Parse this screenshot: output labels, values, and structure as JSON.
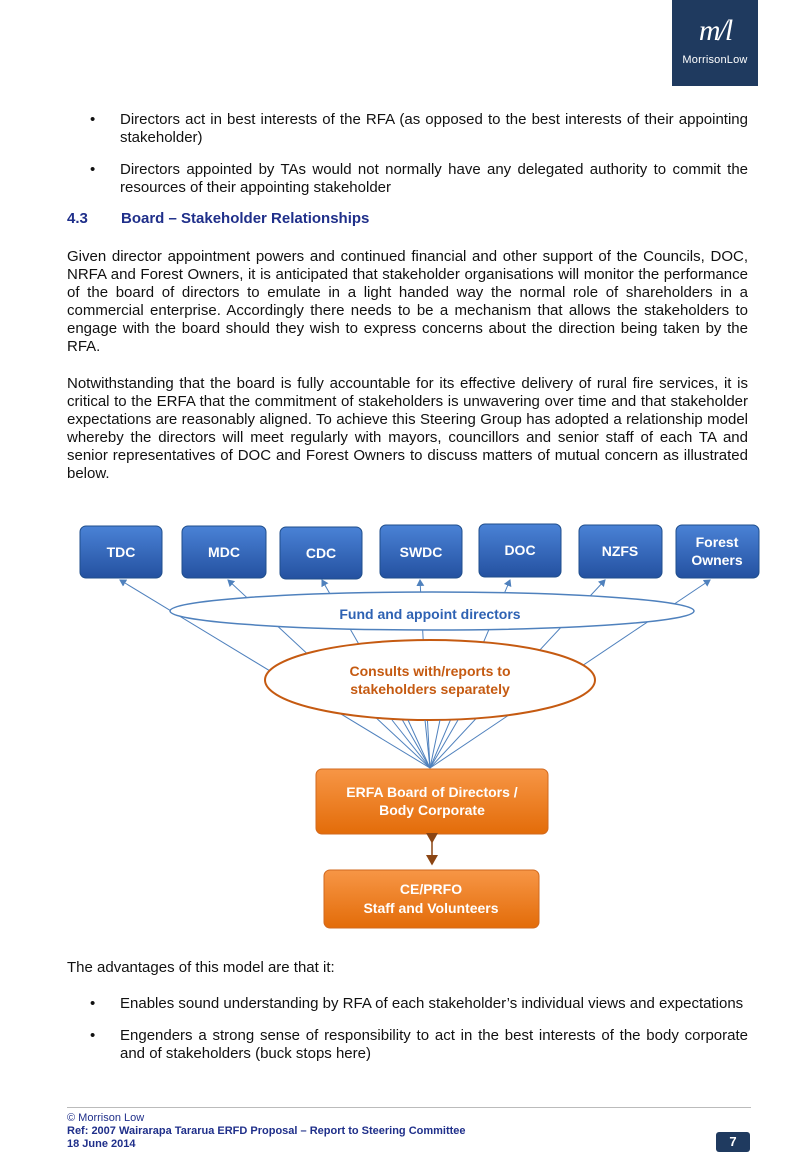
{
  "logo": {
    "mark": "m/l",
    "name": "MorrisonLow"
  },
  "top_bullets": [
    "Directors act in best interests of the RFA (as opposed to the best interests of their appointing stakeholder)",
    "Directors appointed by TAs would not normally have any delegated authority to commit the resources of their appointing stakeholder"
  ],
  "section": {
    "number": "4.3",
    "title": "Board – Stakeholder Relationships"
  },
  "paragraphs": [
    "Given director appointment powers and continued financial and other support of the Councils, DOC, NRFA and Forest Owners, it is anticipated that stakeholder organisations will monitor the performance of the board of directors to emulate in a light handed way the normal role of shareholders in a commercial enterprise.  Accordingly there needs to be a mechanism that allows the stakeholders to engage with the board should they wish to express concerns about the direction being taken by the RFA.",
    "Notwithstanding that the board is fully accountable for its effective delivery of rural fire services, it is critical to the ERFA that the commitment of stakeholders is unwavering over time and that stakeholder expectations are reasonably aligned.  To achieve this Steering Group has adopted a relationship model whereby the directors will meet regularly with mayors, councillors and senior staff of each TA and senior representatives of DOC and Forest Owners to discuss matters of mutual concern as illustrated below."
  ],
  "diagram": {
    "stakeholders": [
      {
        "line1": "TDC",
        "line2": ""
      },
      {
        "line1": "MDC",
        "line2": ""
      },
      {
        "line1": "CDC",
        "line2": ""
      },
      {
        "line1": "SWDC",
        "line2": ""
      },
      {
        "line1": "DOC",
        "line2": ""
      },
      {
        "line1": "NZFS",
        "line2": ""
      },
      {
        "line1": "Forest",
        "line2": "Owners"
      }
    ],
    "fund_label": "Fund and appoint directors",
    "consult_line1": "Consults with/reports to",
    "consult_line2": "stakeholders separately",
    "board_line1": "ERFA Board of Directors /",
    "board_line2": "Body Corporate",
    "ce_line1": "CE/PRFO",
    "ce_line2": "Staff and Volunteers",
    "colors": {
      "blue": "#2e62b3",
      "orange": "#ee7d22",
      "orange_text": "#c55a11",
      "fund_text": "#2e62b3",
      "line": "#4f81bd",
      "arrow": "#8b4513"
    }
  },
  "advantages_intro": "The advantages of this model are that it:",
  "bottom_bullets": [
    "Enables sound understanding by RFA of each stakeholder’s individual views and expectations",
    "Engenders a strong sense of responsibility to act in the best interests of the body corporate and of stakeholders (buck stops here)"
  ],
  "footer": {
    "copyright": "© Morrison Low",
    "ref": "Ref: 2007   Wairarapa Tararua ERFD Proposal – Report to Steering Committee",
    "date": "18 June 2014",
    "page": "7"
  }
}
